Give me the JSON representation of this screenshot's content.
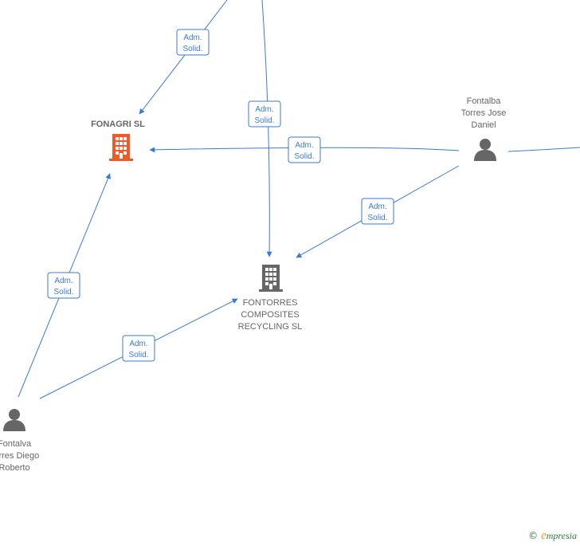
{
  "colors": {
    "edge": "#3a7bd5",
    "company_highlight": "#f05a28",
    "company": "#666666",
    "person": "#666666",
    "label_text": "#666666"
  },
  "nodes": {
    "fonagri": {
      "type": "company",
      "highlight": true,
      "label_lines": [
        "FONAGRI  SL"
      ]
    },
    "fontorres": {
      "type": "company",
      "highlight": false,
      "label_lines": [
        "FONTORRES",
        "COMPOSITES",
        "RECYCLING  SL"
      ]
    },
    "fontalba": {
      "type": "person",
      "label_lines": [
        "Fontalba",
        "Torres Jose",
        "Daniel"
      ]
    },
    "fontalva": {
      "type": "person",
      "label_lines": [
        "Fontalva",
        "Torres Diego",
        "Roberto"
      ]
    }
  },
  "edges": [
    {
      "id": "e1",
      "label_lines": [
        "Adm.",
        "Solid."
      ]
    },
    {
      "id": "e2",
      "label_lines": [
        "Adm.",
        "Solid."
      ]
    },
    {
      "id": "e3",
      "label_lines": [
        "Adm.",
        "Solid."
      ]
    },
    {
      "id": "e4",
      "label_lines": [
        "Adm.",
        "Solid."
      ]
    },
    {
      "id": "e5",
      "label_lines": [
        "Adm.",
        "Solid."
      ]
    },
    {
      "id": "e6",
      "label_lines": [
        "Adm.",
        "Solid."
      ]
    }
  ],
  "footer": {
    "copyright": "©",
    "brand_initial": "e",
    "brand_rest": "mpresia"
  }
}
